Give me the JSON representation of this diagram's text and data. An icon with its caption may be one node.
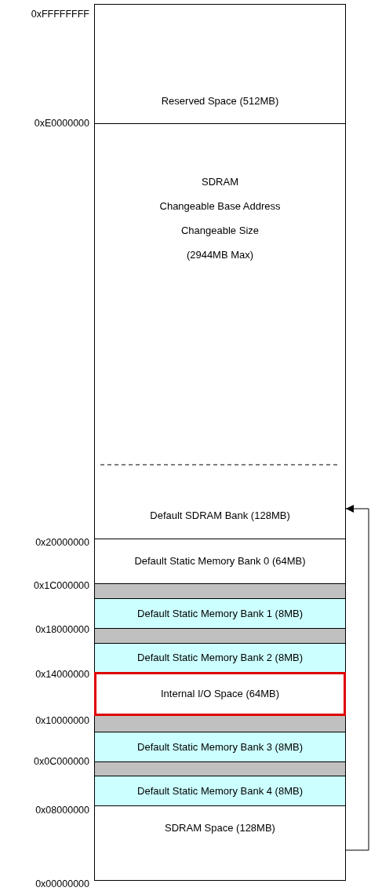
{
  "diagram": {
    "nodes": [
      {
        "text": [
          "Reserved Space (512MB)"
        ]
      },
      {
        "text": [
          "SDRAM",
          "Changeable Base Address",
          "Changeable Size",
          "(2944MB Max)"
        ]
      },
      {
        "text": [
          "Default SDRAM Bank (128MB)"
        ]
      },
      {
        "text": [
          "Default Static Memory Bank 0 (64MB)"
        ]
      },
      {
        "text": [],
        "shape": "bar"
      },
      {
        "text": [
          "Default Static Memory Bank 1 (8MB)"
        ]
      },
      {
        "text": [],
        "shape": "bar"
      },
      {
        "text": [
          "Default Static Memory Bank 2 (8MB)"
        ]
      },
      {
        "text": [
          "Internal I/O Space (64MB)"
        ]
      },
      {
        "text": [],
        "shape": "bar"
      },
      {
        "text": [
          "Default Static Memory Bank 3 (8MB)"
        ]
      },
      {
        "text": [],
        "shape": "bar"
      },
      {
        "text": [
          "Default Static Memory Bank 4 (8MB)"
        ]
      },
      {
        "text": [
          "SDRAM Space (128MB)"
        ]
      }
    ],
    "edges": [
      {
        "from": 13,
        "to": 2,
        "arrow": "to"
      }
    ],
    "labels": [
      "0xFFFFFFFF",
      "0xE0000000",
      "0x20000000",
      "0x1C000000",
      "0x18000000",
      "0x14000000",
      "0x10000000",
      "0x0C000000",
      "0x08000000",
      "0x00000000"
    ]
  }
}
